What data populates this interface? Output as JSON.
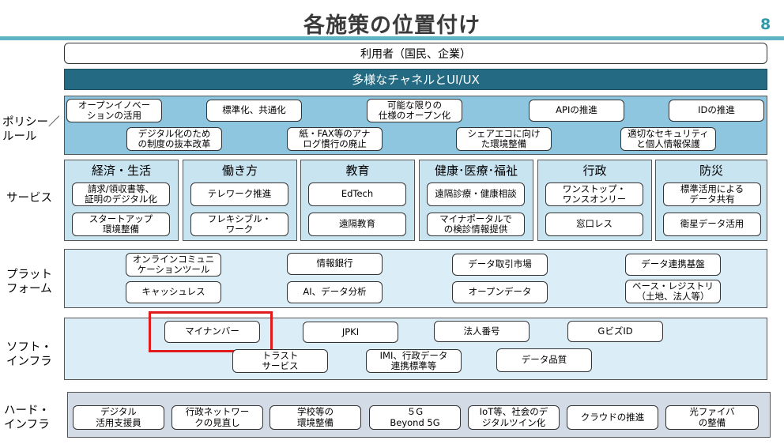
{
  "header": {
    "title": "各施策の位置付け",
    "page_number": "8"
  },
  "top_bands": {
    "users": "利用者（国民、企業）",
    "channels": "多様なチャネルとUI/UX"
  },
  "row_labels": {
    "policy": "ポリシー／\nルール",
    "service": "サービス",
    "platform": "プラット\nフォーム",
    "soft": "ソフト・\nインフラ",
    "hard": "ハード・\nインフラ"
  },
  "policy_items": [
    "オープンイノベー\nションの活用",
    "標準化、共通化",
    "可能な限りの\n仕様のオープン化",
    "APIの推進",
    "IDの推進",
    "デジタル化のため\nの制度の抜本改革",
    "紙・FAX等のアナ\nログ慣行の廃止",
    "シェアエコに向け\nた環境整備",
    "適切なセキュリティ\nと個人情報保護"
  ],
  "services": [
    {
      "heading": "経済・生活",
      "items": [
        "請求/領収書等、\n証明のデジタル化",
        "スタートアップ\n環境整備"
      ]
    },
    {
      "heading": "働き方",
      "items": [
        "テレワーク推進",
        "フレキシブル・\nワーク"
      ]
    },
    {
      "heading": "教育",
      "items": [
        "EdTech",
        "遠隔教育"
      ]
    },
    {
      "heading": "健康･医療･福祉",
      "items": [
        "遠隔診療・健康相談",
        "マイナポータルで\nの検診情報提供"
      ]
    },
    {
      "heading": "行政",
      "items": [
        "ワンストップ・\nワンスオンリー",
        "窓口レス"
      ]
    },
    {
      "heading": "防災",
      "items": [
        "標準活用による\nデータ共有",
        "衛星データ活用"
      ]
    }
  ],
  "platform_items": [
    "オンラインコミュニ\nケーションツール",
    "情報銀行",
    "データ取引市場",
    "データ連携基盤",
    "キャッシュレス",
    "AI、データ分析",
    "オープンデータ",
    "ベース・レジストリ\n（土地、法人等）"
  ],
  "soft_items": [
    "マイナンバー",
    "JPKI",
    "法人番号",
    "GビズID",
    "トラスト\nサービス",
    "IMI、行政データ\n連携標準等",
    "データ品質"
  ],
  "hard_items": [
    "デジタル\n活用支援員",
    "行政ネットワー\nクの見直し",
    "学校等の\n環境整備",
    "５G\nBeyond 5G",
    "IoT等、社会のデ\nジタルツイン化",
    "クラウドの推進",
    "光ファイバ\nの整備"
  ],
  "colors": {
    "accent_rule": "#5fb3c4",
    "channel_band": "#246a82",
    "policy_panel": "#8fc6df",
    "light_panel": "#dbeef7",
    "hard_panel": "#d3dce6",
    "highlight": "#e11b1b"
  },
  "highlighted_item": "マイナンバー"
}
